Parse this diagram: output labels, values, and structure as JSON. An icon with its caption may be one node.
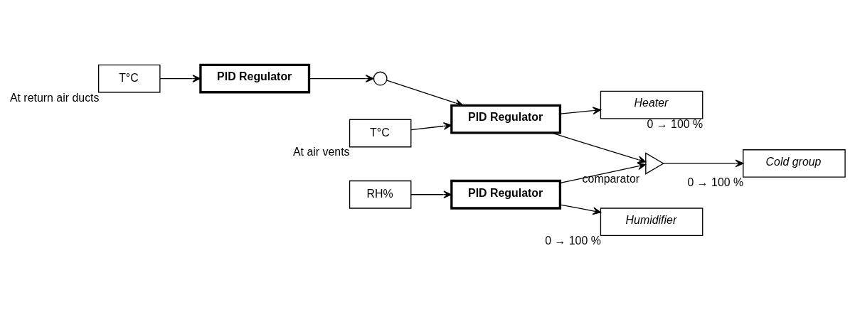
{
  "diagram": {
    "nodes": [
      {
        "text": [
          "T°C"
        ],
        "beside": [
          "At return air ducts"
        ]
      },
      {
        "text": [
          "PID Regulator"
        ]
      },
      {
        "text": [],
        "shape": "circle"
      },
      {
        "text": [
          "T°C"
        ],
        "beside": [
          "At air vents"
        ]
      },
      {
        "text": [
          "PID Regulator"
        ]
      },
      {
        "text": [
          "Heater"
        ],
        "beside": [
          "0 → 100 %"
        ]
      },
      {
        "text": [
          "Humidifier"
        ],
        "beside": [
          "0 → 100 %"
        ]
      },
      {
        "text": [
          "RH%"
        ]
      },
      {
        "text": [
          "PID Regulator"
        ]
      },
      {
        "text": [],
        "shape": "triangle",
        "beside": [
          "comparator"
        ]
      },
      {
        "text": [
          "Cold group"
        ],
        "beside": [
          "0 → 100 %"
        ]
      }
    ],
    "edges": [
      {
        "from": 0,
        "to": 1,
        "arrow": "to"
      },
      {
        "from": 1,
        "to": 2,
        "arrow": "to"
      },
      {
        "from": 2,
        "to": 4,
        "arrow": "to"
      },
      {
        "from": 3,
        "to": 4,
        "arrow": "to"
      },
      {
        "from": 4,
        "to": 5,
        "arrow": "to"
      },
      {
        "from": 4,
        "to": 9,
        "arrow": "to"
      },
      {
        "from": 7,
        "to": 8,
        "arrow": "to"
      },
      {
        "from": 8,
        "to": 6,
        "arrow": "to"
      },
      {
        "from": 8,
        "to": 9,
        "arrow": "to"
      },
      {
        "from": 9,
        "to": 10,
        "arrow": "to"
      }
    ]
  }
}
